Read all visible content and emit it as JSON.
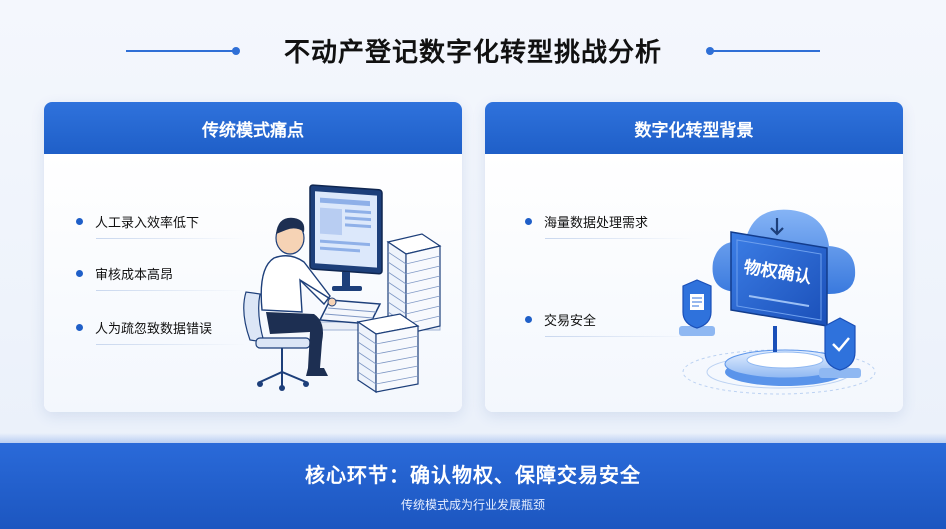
{
  "page": {
    "title": "不动产登记数字化转型挑战分析"
  },
  "left_card": {
    "header": "传统模式痛点",
    "points": [
      "人工录入效率低下",
      "审核成本高昂",
      "人为疏忽致数据错误"
    ]
  },
  "right_card": {
    "header": "数字化转型背景",
    "points": [
      "海量数据处理需求",
      "交易安全"
    ],
    "screen_text": "物权确认"
  },
  "footer": {
    "core": "核心环节：确认物权、保障交易安全",
    "sub": "传统模式成为行业发展瓶颈"
  },
  "colors": {
    "accent": "#1f5fc8",
    "header_blue": "#2f72dc",
    "footer_blue": "#1c56c0"
  },
  "icons": [
    "person-at-computer-illustration",
    "document-stack-icon",
    "cloud-icon",
    "shield-icon",
    "document-icon"
  ]
}
